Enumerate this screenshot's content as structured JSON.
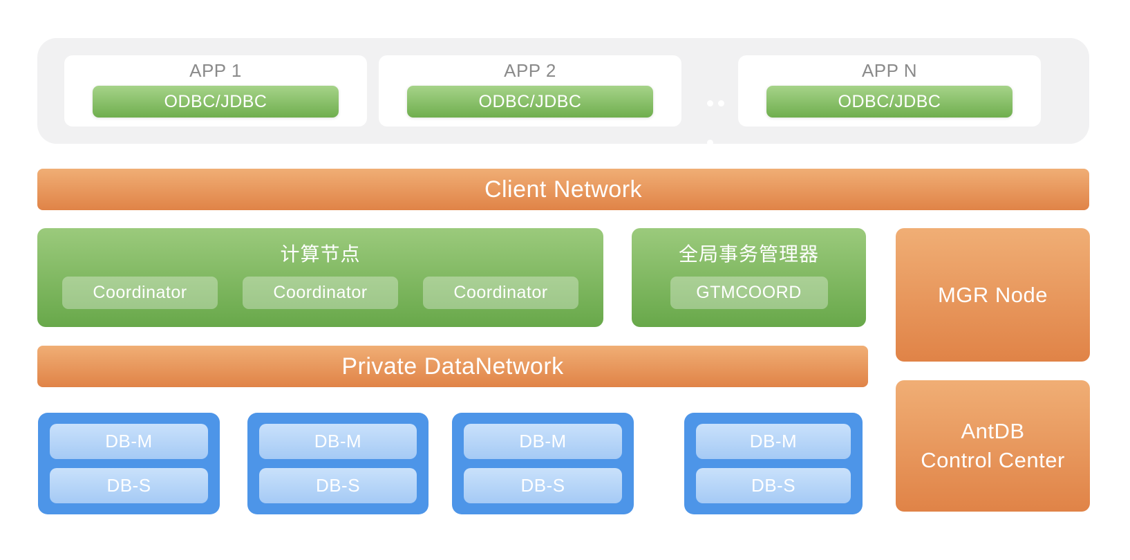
{
  "colors": {
    "container_gray": "#f1f1f2",
    "app_title_gray": "#8a8a8a",
    "orange_top": "#f0ae75",
    "orange_bottom": "#e08347",
    "green_panel_top": "#9bca7c",
    "green_panel_bottom": "#68a84a",
    "green_button_top": "#a6d389",
    "green_button_bottom": "#6fae4e",
    "green_inner_node": "rgba(255,255,255,0.32)",
    "blue_outer": "#4d95e8",
    "blue_inner_top": "#c9e1fb",
    "blue_inner_bottom": "#a5caf5",
    "text_white": "#ffffff"
  },
  "app_layer": {
    "apps": [
      {
        "title": "APP 1",
        "connector": "ODBC/JDBC"
      },
      {
        "title": "APP 2",
        "connector": "ODBC/JDBC"
      },
      {
        "title": "APP N",
        "connector": "ODBC/JDBC"
      }
    ]
  },
  "client_network": {
    "label": "Client Network"
  },
  "compute_panel": {
    "title": "计算节点",
    "nodes": [
      "Coordinator",
      "Coordinator",
      "Coordinator"
    ]
  },
  "gtm_panel": {
    "title": "全局事务管理器",
    "node": "GTMCOORD"
  },
  "mgr_node": {
    "label": "MGR Node"
  },
  "private_network": {
    "label": "Private DataNetwork"
  },
  "db_groups": [
    {
      "master": "DB-M",
      "slave": "DB-S"
    },
    {
      "master": "DB-M",
      "slave": "DB-S"
    },
    {
      "master": "DB-M",
      "slave": "DB-S"
    },
    {
      "master": "DB-M",
      "slave": "DB-S"
    }
  ],
  "control_center": {
    "line1": "AntDB",
    "line2": "Control Center"
  }
}
